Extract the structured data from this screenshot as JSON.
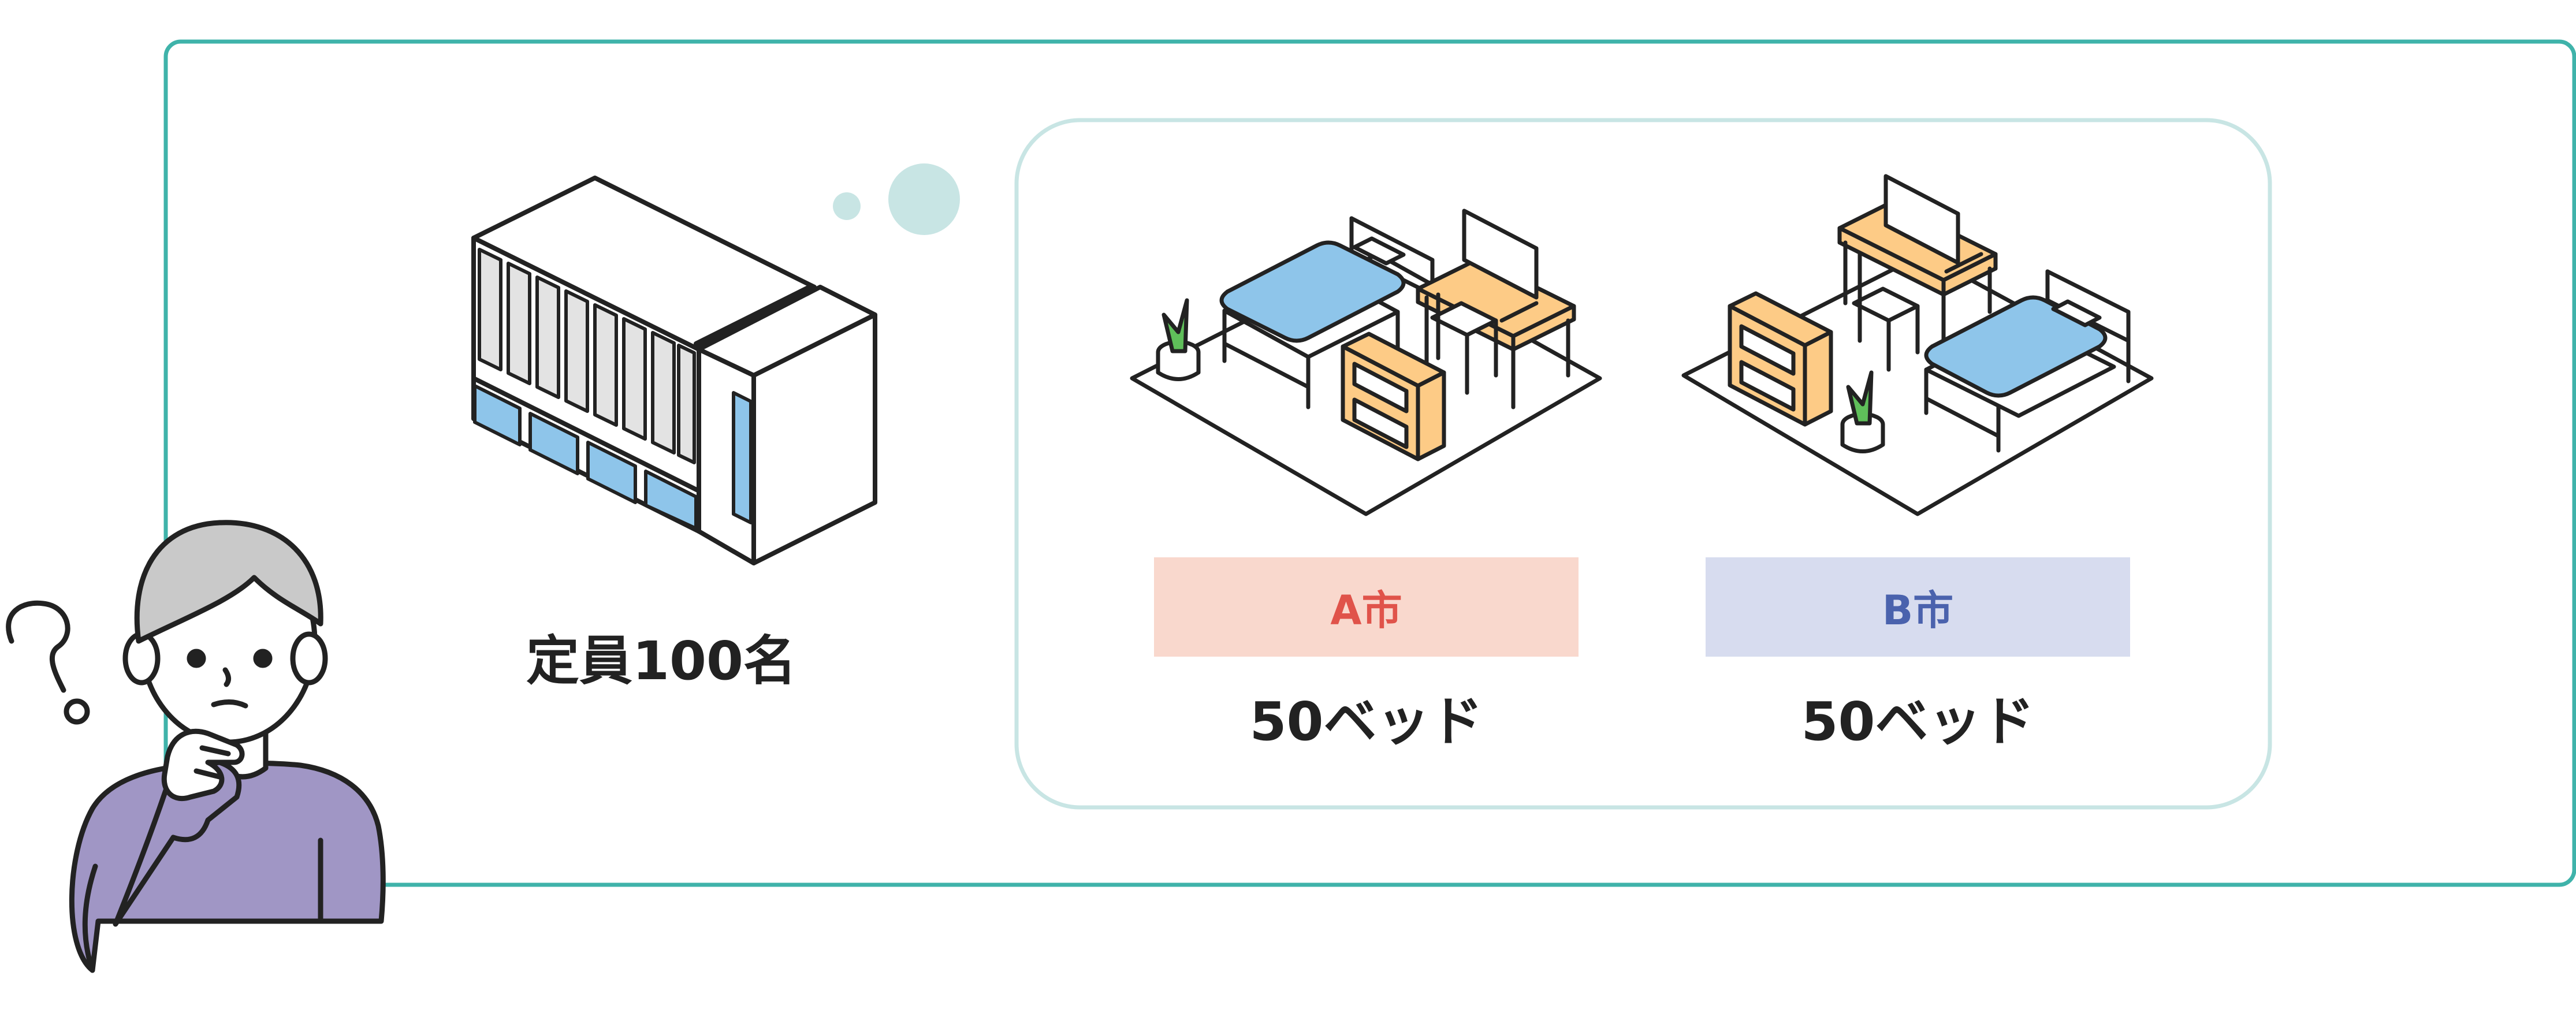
{
  "facility": {
    "capacity_label": "定員100名"
  },
  "cities": [
    {
      "name": "A市",
      "beds_label": "50ベッド"
    },
    {
      "name": "B市",
      "beds_label": "50ベッド"
    }
  ],
  "colors": {
    "frame": "#3fb3aa",
    "inner_frame": "#c8e5e4",
    "thought_bubble": "#c8e5e4",
    "city_a_bg": "#f9d8cd",
    "city_a_text": "#e0534a",
    "city_b_bg": "#d7dcef",
    "city_b_text": "#4a62ad",
    "bed": "#8ec5ea",
    "furniture": "#fdcb86",
    "plant": "#5fbf5a",
    "person_shirt": "#a096c5",
    "person_hair": "#c9c9c9"
  },
  "icons": [
    "building-icon",
    "room-icon",
    "person-icon",
    "question-mark-icon",
    "thought-bubble-icon"
  ]
}
